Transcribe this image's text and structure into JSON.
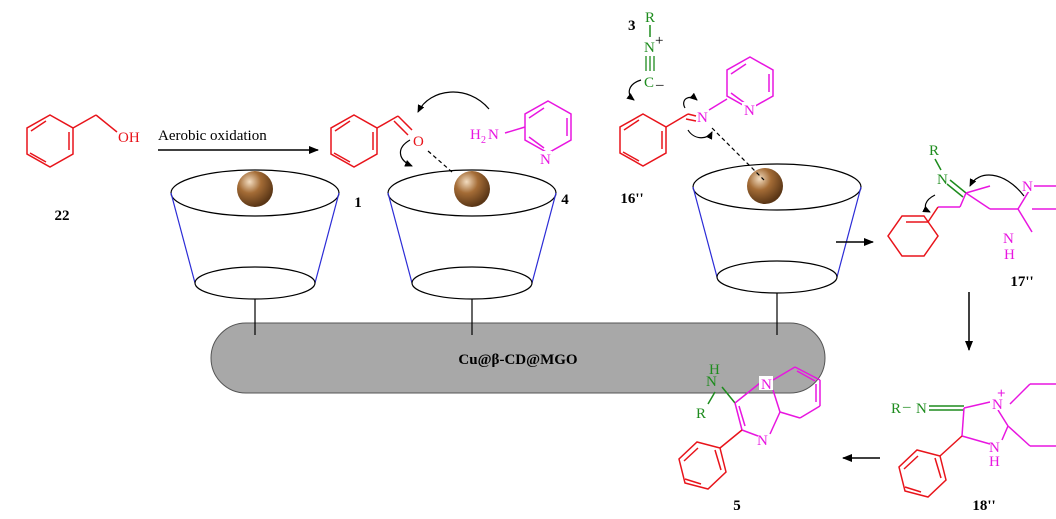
{
  "colors": {
    "substrate": "#e8141b",
    "isocyanide": "#1e8c1e",
    "amine": "#e816e0",
    "cup": "#2b2bd6",
    "sphere": "#8a5a2b",
    "support": "#a8a8a8"
  },
  "support": {
    "label": "Cu@β-CD@MGO"
  },
  "reaction": {
    "arrow_label": "Aerobic oxidation"
  },
  "compounds": {
    "c22": {
      "id": "22",
      "oh": "OH"
    },
    "c1": {
      "id": "1",
      "o": "O"
    },
    "c4": {
      "id": "4",
      "h2n": "H",
      "h2n_sub": "2",
      "n_amine": "N",
      "n_ring": "N"
    },
    "c3": {
      "id": "3",
      "r": "R",
      "n": "N",
      "plus": "+",
      "c": "C",
      "minus": "–"
    },
    "c16": {
      "id": "16''",
      "n": "N",
      "n_ring": "N"
    },
    "c17": {
      "id": "17''",
      "r": "R",
      "n": "N",
      "n_ring": "N",
      "nh_n": "N",
      "nh_h": "H"
    },
    "c18": {
      "id": "18''",
      "r": "R",
      "dash": "–",
      "n": "N",
      "n_ring": "N",
      "plus": "+",
      "nh_n": "N",
      "nh_h": "H"
    },
    "c5": {
      "id": "5",
      "r": "R",
      "n": "N",
      "h": "H",
      "n_ring": "N",
      "n_imid": "N"
    }
  }
}
